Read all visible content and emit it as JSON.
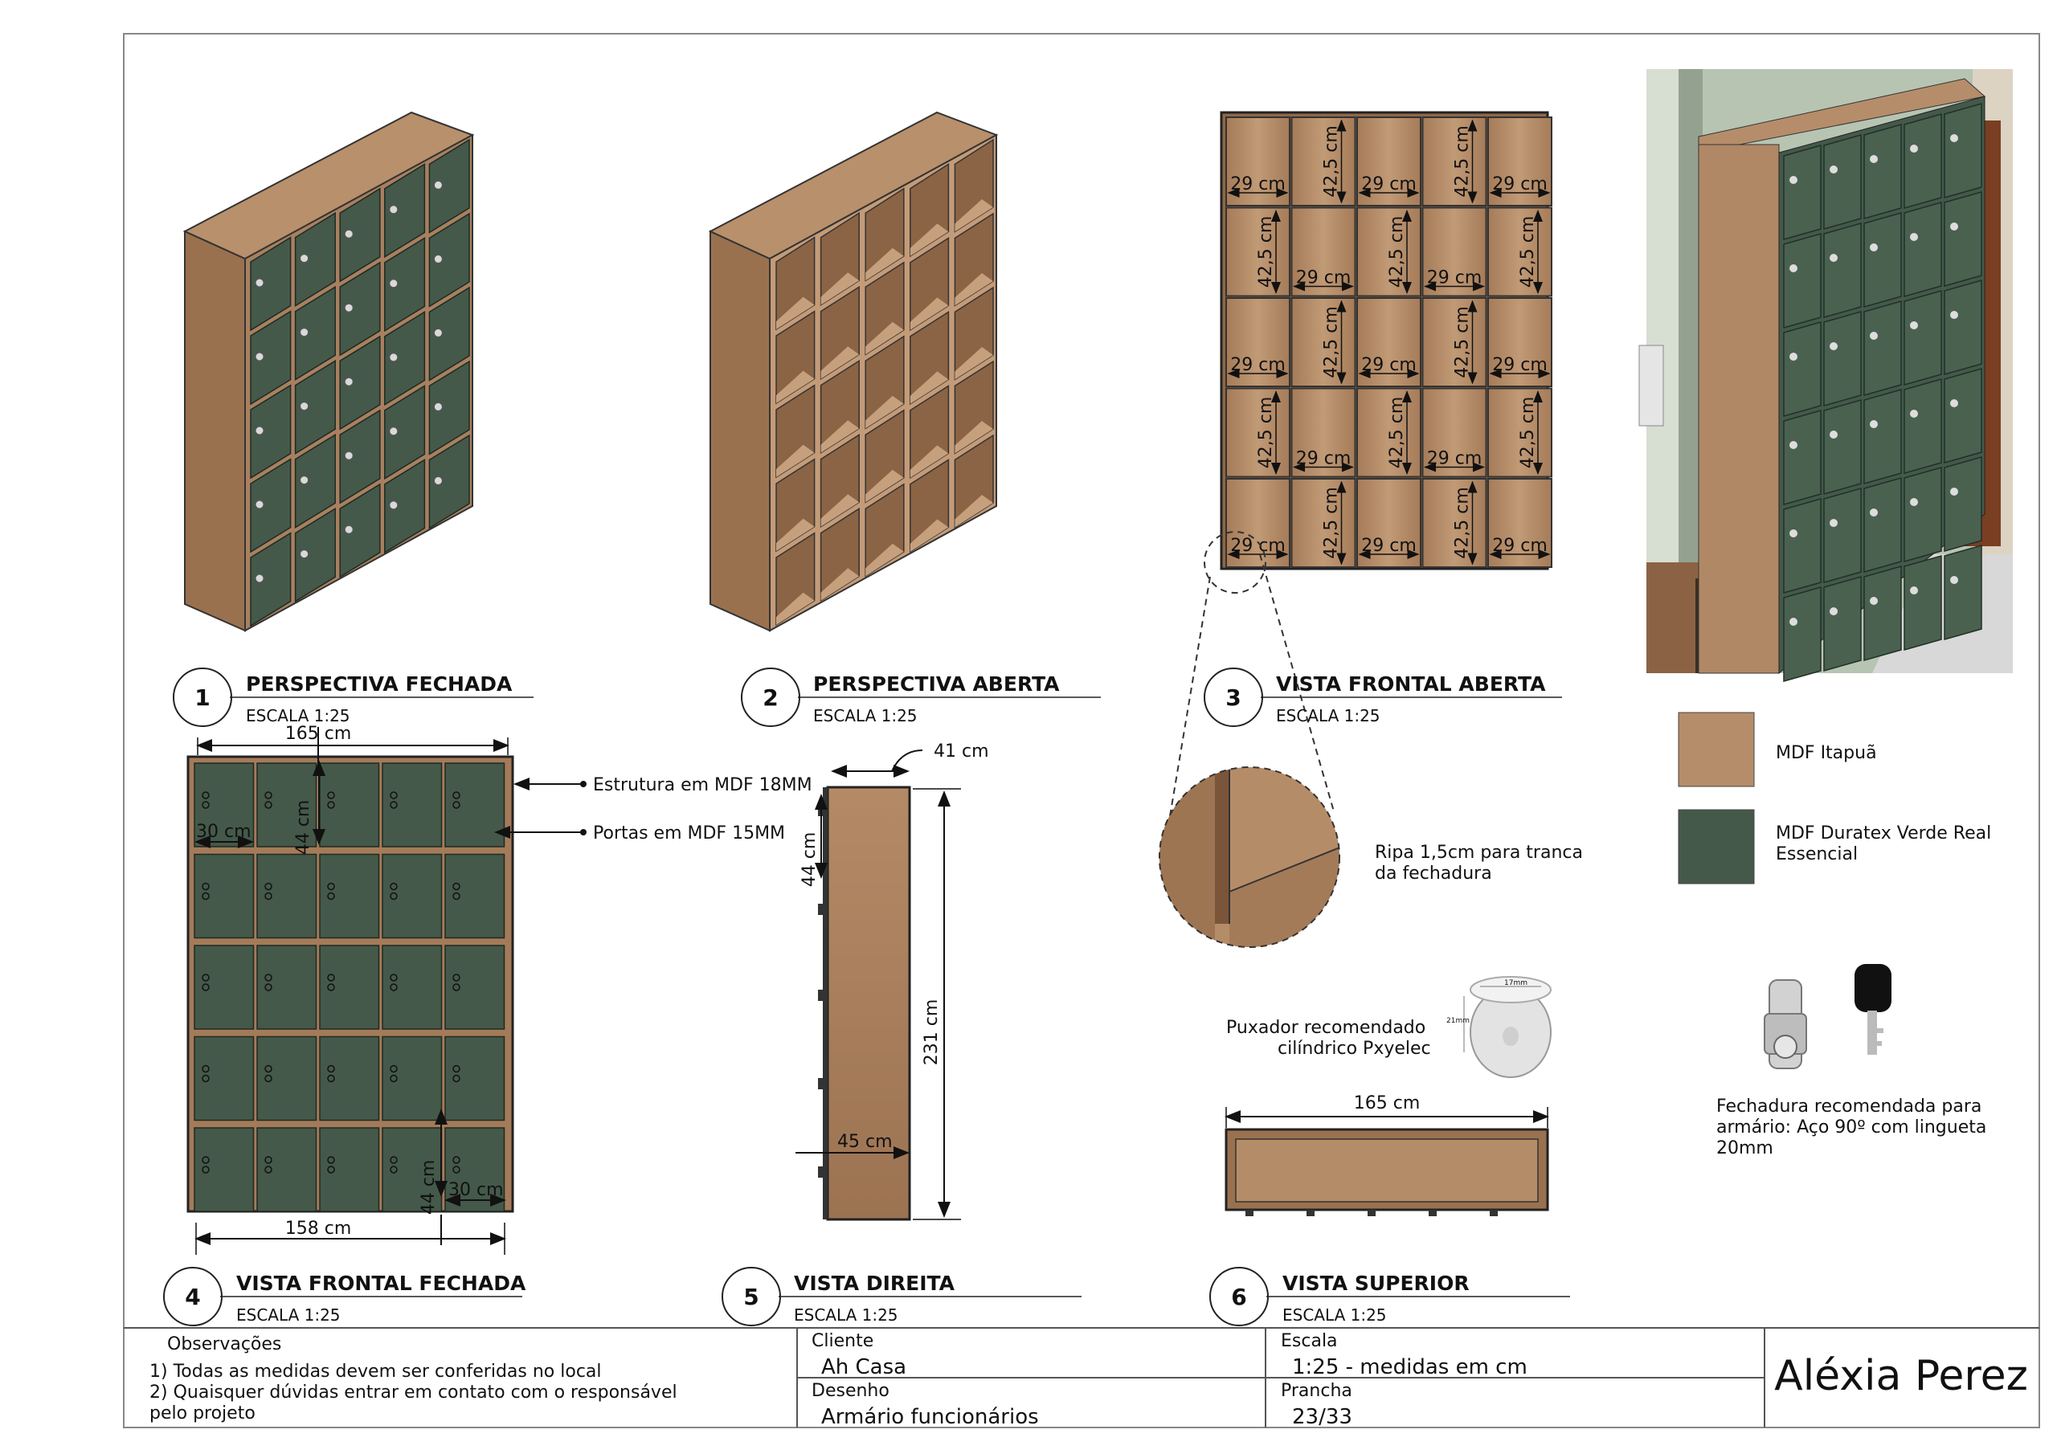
{
  "views": [
    {
      "number": "1",
      "title": "PERSPECTIVA FECHADA",
      "scale": "ESCALA 1:25"
    },
    {
      "number": "2",
      "title": "PERSPECTIVA ABERTA",
      "scale": "ESCALA 1:25"
    },
    {
      "number": "3",
      "title": "VISTA FRONTAL ABERTA",
      "scale": "ESCALA 1:25"
    },
    {
      "number": "4",
      "title": "VISTA FRONTAL FECHADA",
      "scale": "ESCALA 1:25"
    },
    {
      "number": "5",
      "title": "VISTA DIREITA",
      "scale": "ESCALA 1:25"
    },
    {
      "number": "6",
      "title": "VISTA SUPERIOR",
      "scale": "ESCALA 1:25"
    }
  ],
  "front_open_dims": {
    "width": "29 cm",
    "height": "42,5 cm"
  },
  "front_closed": {
    "width_top": "165 cm",
    "width_bottom": "158 cm",
    "door_width": "30 cm",
    "door_height": "44 cm",
    "door_width_b": "30 cm",
    "door_height_b": "44 cm",
    "callout_structure": "Estrutura em MDF 18MM",
    "callout_doors": "Portas em MDF 15MM"
  },
  "right_view": {
    "depth_top": "41 cm",
    "height": "231 cm",
    "door": "44 cm",
    "depth_bottom": "45 cm"
  },
  "top_view": {
    "width": "165 cm"
  },
  "detail": {
    "line1": "Ripa 1,5cm para tranca",
    "line2": "da fechadura"
  },
  "handle": {
    "line1": "Puxador recomendado",
    "line2": "cilíndrico Pxyelec",
    "dim_w": "17mm",
    "dim_h": "21mm"
  },
  "materials": [
    {
      "line1": "MDF Itapuã",
      "line2": "",
      "color": "#b68d6a"
    },
    {
      "line1": "MDF Duratex Verde Real",
      "line2": "Essencial",
      "color": "#44594a"
    }
  ],
  "lock": {
    "line1": "Fechadura recomendada para",
    "line2": "armário: Aço 90º com lingueta",
    "line3": "20mm"
  },
  "title_block": {
    "obs_label": "Observações",
    "obs_1": "1) Todas as medidas devem ser conferidas no local",
    "obs_2": "2) Quaisquer dúvidas entrar em contato com o responsável",
    "obs_3": "pelo projeto",
    "client_label": "Cliente",
    "client_value": "Ah Casa",
    "drawing_label": "Desenho",
    "drawing_value": "Armário funcionários",
    "scale_label": "Escala",
    "scale_value": "1:25 - medidas em cm",
    "sheet_label": "Prancha",
    "sheet_value": "23/33",
    "author": "Aléxia Perez"
  },
  "colors": {
    "wood": "#b68d6a",
    "wood_dark": "#8a6446",
    "green": "#44594a",
    "green_dark": "#2f3f34"
  }
}
